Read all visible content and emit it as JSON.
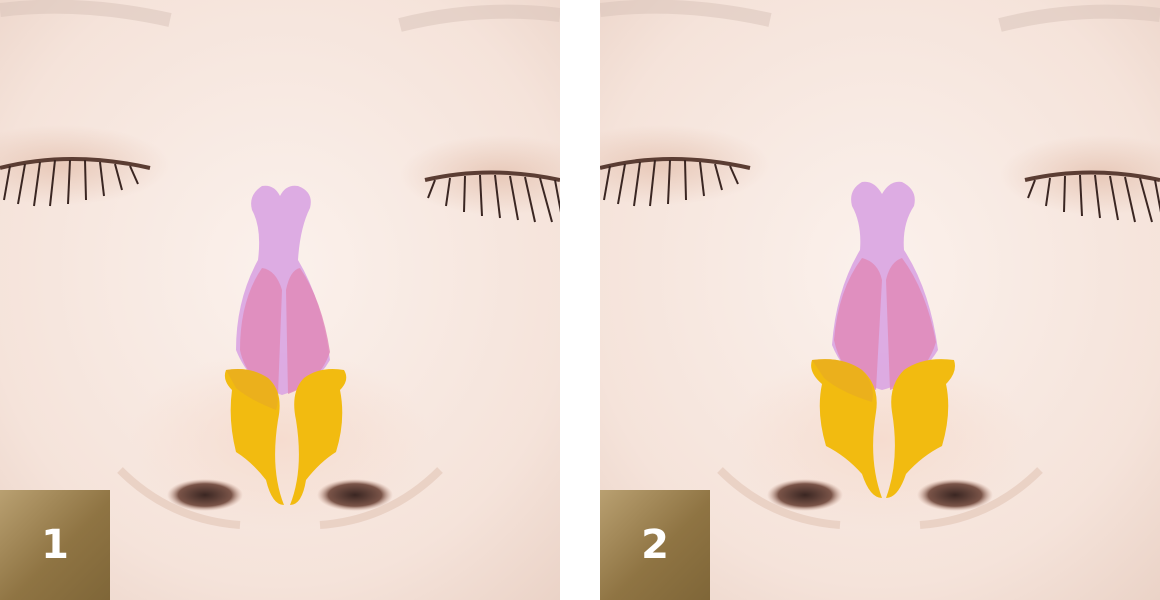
{
  "panels": [
    {
      "number": "1"
    },
    {
      "number": "2"
    }
  ],
  "colors": {
    "skin": "#f6e6de",
    "cartilage_upper": "#d9a4e2",
    "cartilage_middle": "#e08ab8",
    "cartilage_lower": "#f2bb10",
    "badge": "#8f7443"
  },
  "icons": [
    "closed-eye-icon",
    "nose-illustration",
    "cartilage-overlay"
  ]
}
